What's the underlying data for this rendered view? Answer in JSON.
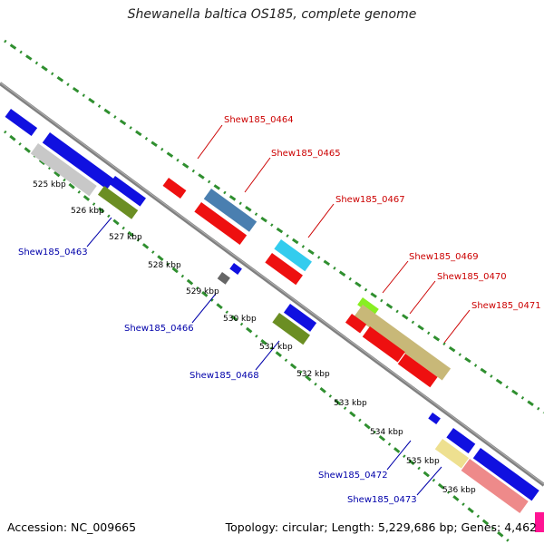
{
  "title": "Shewanella baltica OS185, complete genome",
  "footer": {
    "accession": "Accession: NC_009665",
    "summary": "Topology: circular; Length: 5,229,686 bp; Genes: 4,462"
  },
  "ticks": [
    "525 kbp",
    "526 kbp",
    "527 kbp",
    "528 kbp",
    "529 kbp",
    "530 kbp",
    "531 kbp",
    "532 kbp",
    "533 kbp",
    "534 kbp",
    "535 kbp",
    "536 kbp"
  ],
  "gene_labels_forward": [
    "Shew185_0464",
    "Shew185_0465",
    "Shew185_0467",
    "Shew185_0469",
    "Shew185_0470",
    "Shew185_0471"
  ],
  "gene_labels_reverse": [
    "Shew185_0463",
    "Shew185_0466",
    "Shew185_0468",
    "Shew185_0472",
    "Shew185_0473"
  ],
  "colors": {
    "forward_label": "#cc0000",
    "reverse_label": "#0000aa",
    "backbone": "#7f7f7f",
    "dotted_track": "#2f8f2f",
    "blue": "#1010e0",
    "red": "#ee1010",
    "grey": "#c8c8c8",
    "olive": "#6b8e23",
    "steel": "#4a7fb0",
    "cyan": "#33ccee",
    "tan": "#c8b878",
    "lime": "#88ee22",
    "yellow": "#eee090",
    "pink": "#ee8a8a",
    "magenta": "#ff1493"
  }
}
